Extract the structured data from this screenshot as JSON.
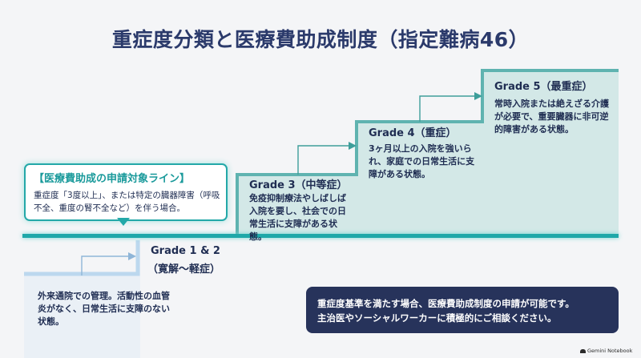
{
  "title": "重症度分類と医療費助成制度（指定難病46）",
  "colors": {
    "accent": "#1fa8a9",
    "title": "#2b3a6b",
    "notice_bg": "#27335b",
    "step_high": "#d3e8e7",
    "step_low": "#eaf0f6"
  },
  "callout": {
    "title": "【医療費助成の申請対象ライン】",
    "body": "重症度「3度以上」、または特定の臓器障害（呼吸不全、重度の腎不全など）を伴う場合。"
  },
  "grades": [
    {
      "label": "Grade 1 & 2",
      "sub": "（寛解〜軽症）",
      "desc": "外来通院での管理。活動性の血管炎がなく、日常生活に支障のない状態。"
    },
    {
      "label": "Grade 3（中等症）",
      "desc": "免疫抑制療法やしばしば入院を要し、社会での日常生活に支障がある状態。"
    },
    {
      "label": "Grade 4（重症）",
      "desc": "3ヶ月以上の入院を強いられ、家庭での日常生活に支障がある状態。"
    },
    {
      "label": "Grade 5（最重症）",
      "desc": "常時入院または絶えざる介護が必要で、重要臓器に非可逆的障害がある状態。"
    }
  ],
  "notice": {
    "line1": "重症度基準を満たす場合、医療費助成制度の申請が可能です。",
    "line2": "主治医やソーシャルワーカーに積極的にご相談ください。"
  },
  "brand": "Gemini Notebook"
}
